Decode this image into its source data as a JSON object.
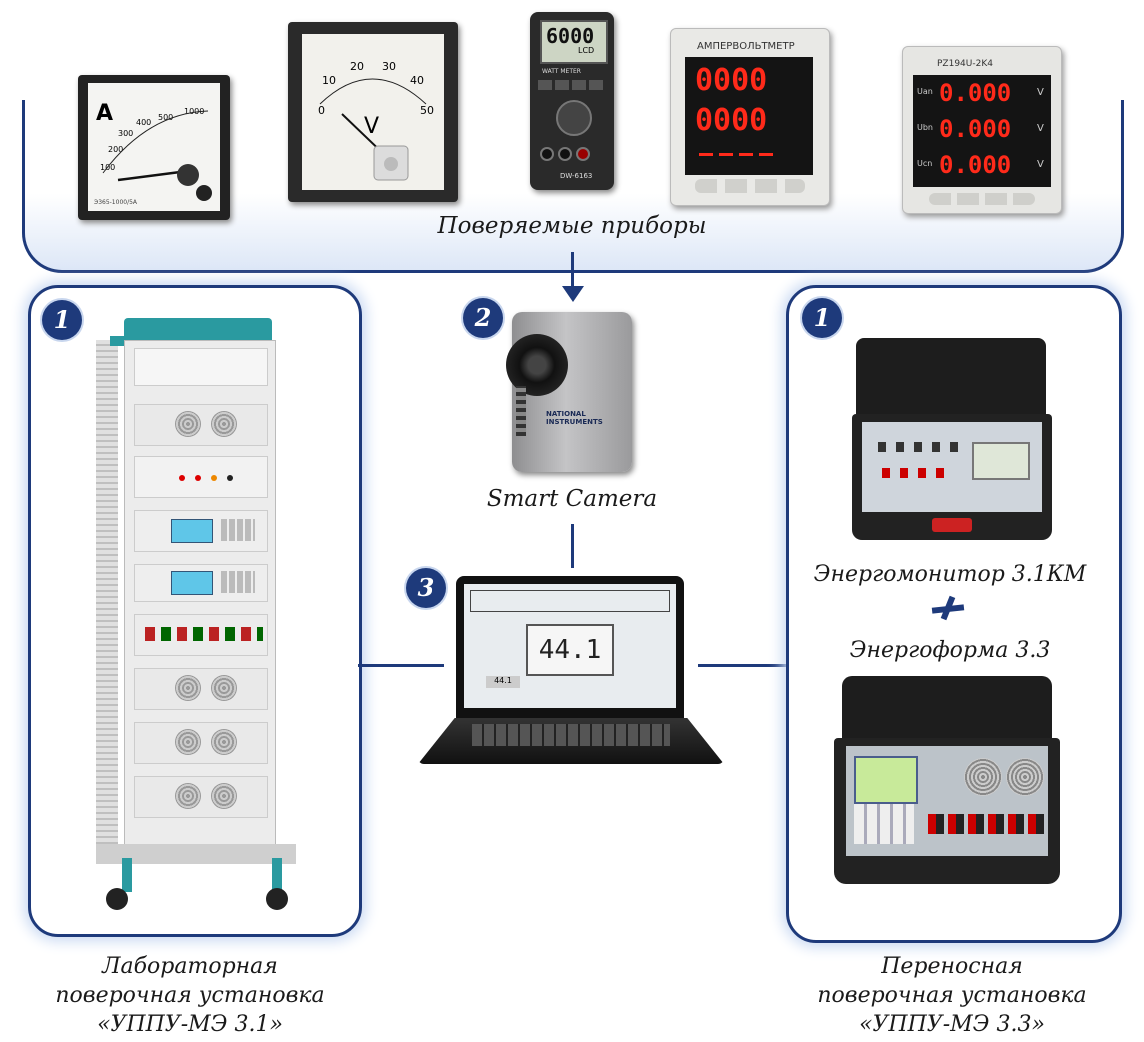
{
  "top": {
    "caption": "Поверяемые приборы"
  },
  "devices": {
    "ammeter": {
      "letter": "A",
      "scale": [
        "100",
        "200",
        "300",
        "400",
        "500",
        "1000"
      ],
      "model": "Э365-1000/5А"
    },
    "voltmeter": {
      "letter": "V",
      "scale": [
        "0",
        "10",
        "20",
        "30",
        "40",
        "50"
      ]
    },
    "multimeter": {
      "display": "6000",
      "sub": "LCD",
      "title": "WATT METER",
      "model": "DW-6163"
    },
    "panel_meter_1": {
      "title": "АМПЕРВОЛЬТМЕТР",
      "row1": "0000",
      "row2": "0000"
    },
    "panel_meter_2": {
      "title": "PZ194U-2K4",
      "rows": [
        "0.000",
        "0.000",
        "0.000"
      ],
      "unit": "V",
      "labels": [
        "Uan",
        "Ubn",
        "Ucn"
      ]
    }
  },
  "nodes": {
    "lab": {
      "badge": "1",
      "caption_lines": [
        "Лабораторная",
        "поверочная установка",
        "«УППУ-МЭ 3.1»"
      ]
    },
    "camera": {
      "badge": "2",
      "caption": "Smart Camera",
      "brand": "NATIONAL INSTRUMENTS"
    },
    "laptop": {
      "badge": "3",
      "display": "44.1",
      "small": "44.1"
    },
    "portable": {
      "badge": "1",
      "device1": "Энергомонитор 3.1КМ",
      "device2": "Энергоформа 3.3",
      "caption_lines": [
        "Переносная",
        "поверочная установка",
        "«УППУ-МЭ 3.3»"
      ]
    }
  },
  "colors": {
    "accent": "#1e3a7b",
    "glow": "#c9d9f2",
    "led": "#ff2a1a",
    "rack": "#2a9aa0"
  }
}
